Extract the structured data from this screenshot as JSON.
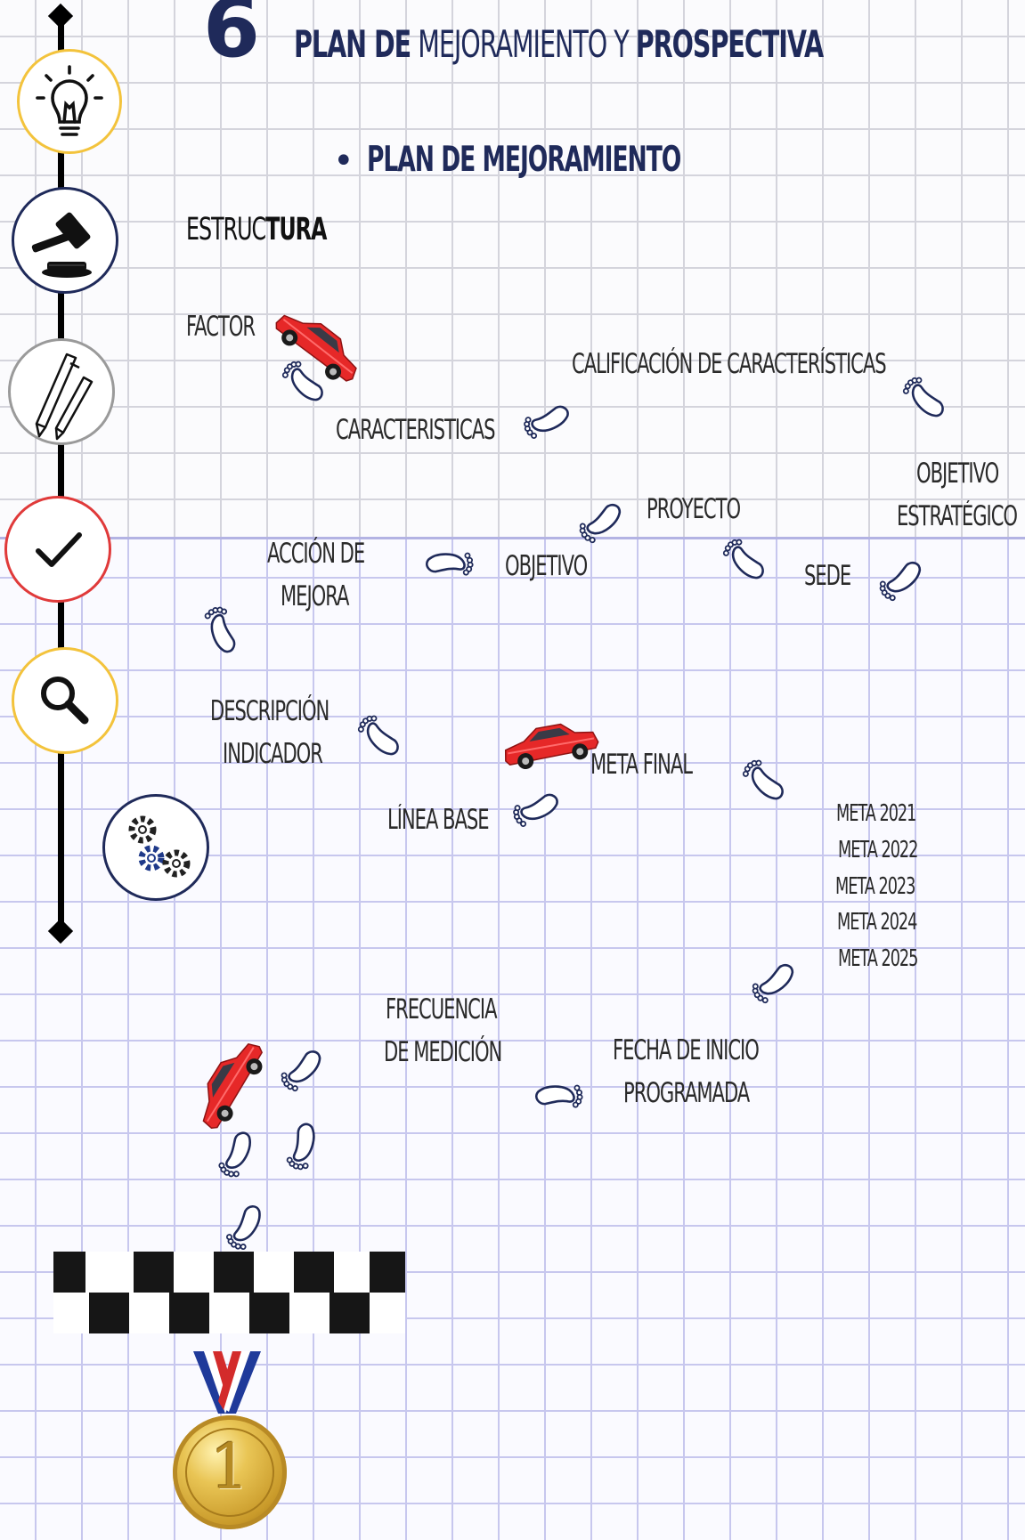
{
  "header": {
    "section_number": "6",
    "title_part1": "PLAN DE",
    "title_part2": "MEJORAMIENTO Y",
    "title_part3": "PROSPECTIVA"
  },
  "subtitle": {
    "bullet": "•",
    "text": "PLAN DE MEJORAMIENTO"
  },
  "structure_heading": {
    "part1": "ESTRUC",
    "part2": "TURA"
  },
  "labels": {
    "factor": "FACTOR",
    "caracteristicas": "CARACTERISTICAS",
    "calificacion": "CALIFICACIÓN  DE CARACTERÍSTICAS",
    "objetivo_estrategico_1": "OBJETIVO",
    "objetivo_estrategico_2": "ESTRATÉGICO",
    "proyecto": "PROYECTO",
    "sede": "SEDE",
    "objetivo": "OBJETIVO",
    "accion_1": "ACCIÓN DE",
    "accion_2": "MEJORA",
    "descripcion_1": "DESCRIPCIÓN",
    "descripcion_2": "INDICADOR",
    "linea_base": "LÍNEA BASE",
    "meta_final": "META FINAL",
    "frecuencia_1": "FRECUENCIA",
    "frecuencia_2": "DE MEDICIÓN",
    "fecha_1": "FECHA DE INICIO",
    "fecha_2": "PROGRAMADA"
  },
  "metas": [
    "META 2021",
    "META 2022",
    "META 2023",
    "META 2024",
    "META 2025"
  ],
  "medal_number": "1",
  "sidebar_icons": [
    "lightbulb-icon",
    "gavel-icon",
    "pencils-icon",
    "check-icon",
    "magnifier-icon",
    "gears-icon"
  ],
  "colors": {
    "navy": "#1f2a5a",
    "yellow_ring": "#f3c33c",
    "red_ring": "#e03a3a",
    "car_red": "#e62828",
    "gold": "#d9b23a"
  }
}
